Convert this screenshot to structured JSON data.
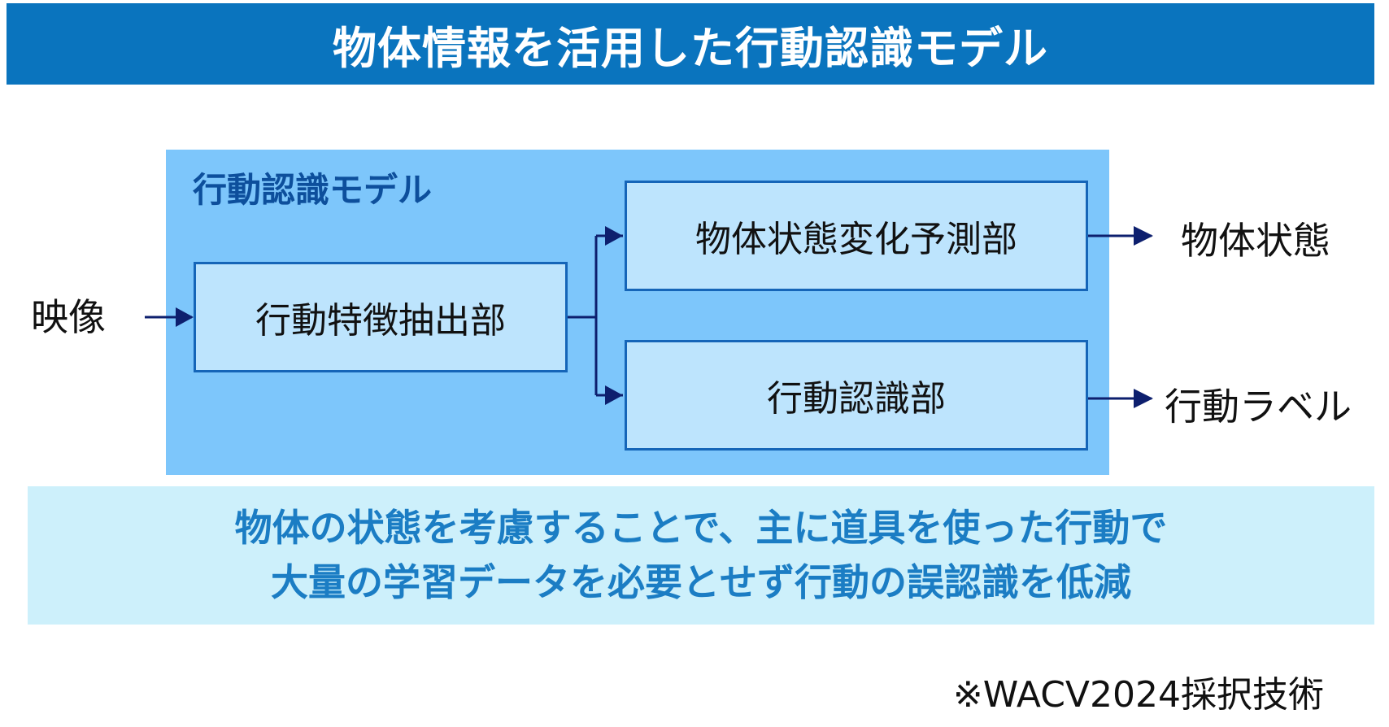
{
  "title": "物体情報を活用した行動認識モデル",
  "model": {
    "label": "行動認識モデル",
    "feature_extractor": "行動特徴抽出部",
    "state_predictor": "物体状態変化予測部",
    "action_recognizer": "行動認識部"
  },
  "io": {
    "input": "映像",
    "output_state": "物体状態",
    "output_label": "行動ラベル"
  },
  "summary": {
    "line1": "物体の状態を考慮することで、主に道具を使った行動で",
    "line2": "大量の学習データを必要とせず行動の誤認識を低減"
  },
  "footnote": "※WACV2024採択技術",
  "colors": {
    "title_bar": "#0a74be",
    "panel": "#7dc6fb",
    "box_fill": "#bde4fd",
    "box_border": "#1565b8",
    "arrow": "#0d1f6e",
    "summary_bg": "#cdf0fb",
    "summary_text": "#1b7dc4"
  }
}
